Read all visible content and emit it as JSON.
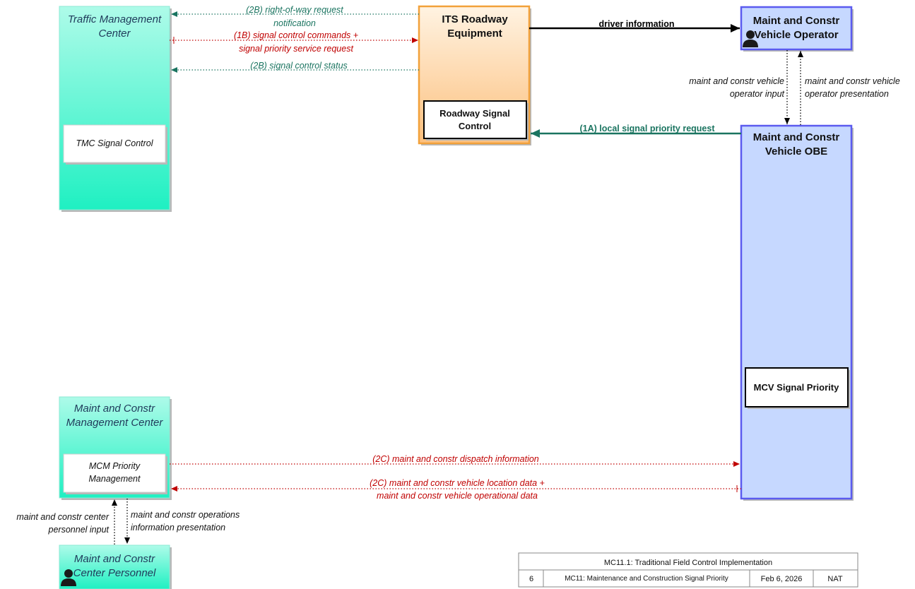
{
  "colors": {
    "green": "#1a7460",
    "red": "#c00000",
    "black": "#000000",
    "center_fill_top": "#aefbe9",
    "center_fill_bottom": "#1ff0c2",
    "roadway_fill_top": "#fff3e2",
    "roadway_fill_bottom": "#fcc07e",
    "roadway_border": "#f2a13a",
    "vehicle_fill": "#c6d8ff",
    "vehicle_border": "#5b5bef"
  },
  "entities": {
    "tmc": {
      "title_line1": "Traffic Management",
      "title_line2": "Center",
      "inner": "TMC Signal Control"
    },
    "roadway": {
      "title_line1": "ITS Roadway",
      "title_line2": "Equipment",
      "inner_line1": "Roadway Signal",
      "inner_line2": "Control"
    },
    "mcv_operator": {
      "title_line1": "Maint and Constr",
      "title_line2": "Vehicle Operator",
      "icon": "person-icon"
    },
    "mcv_obe": {
      "title_line1": "Maint and Constr",
      "title_line2": "Vehicle OBE",
      "inner": "MCV Signal Priority"
    },
    "mcm": {
      "title_line1": "Maint and Constr",
      "title_line2": "Management Center",
      "inner_line1": "MCM Priority",
      "inner_line2": "Management"
    },
    "mc_personnel": {
      "title_line1": "Maint and Constr",
      "title_line2": "Center Personnel",
      "icon": "person-icon"
    }
  },
  "flows": {
    "row_request": {
      "line1": "(2B) right-of-way request",
      "line2": "notification"
    },
    "signal_commands": {
      "line1": "(1B) signal control commands +",
      "line2": "signal priority service request"
    },
    "signal_status": {
      "line1": "(2B) signal control status"
    },
    "driver_info": {
      "line1": "driver information"
    },
    "local_priority": {
      "line1": "(1A) local signal priority request"
    },
    "operator_input": {
      "line1": "maint and constr vehicle",
      "line2": "operator input"
    },
    "operator_presentation": {
      "line1": "maint and constr vehicle",
      "line2": "operator presentation"
    },
    "dispatch_info": {
      "line1": "(2C) maint and constr dispatch information"
    },
    "location_data": {
      "line1": "(2C) maint and constr vehicle location data +",
      "line2": "maint and constr vehicle operational data"
    },
    "personnel_input": {
      "line1": "maint and constr center",
      "line2": "personnel input"
    },
    "ops_presentation": {
      "line1": "maint and constr operations",
      "line2": "information presentation"
    }
  },
  "footer": {
    "title": "MC11.1: Traditional Field Control Implementation",
    "number": "6",
    "package": "MC11: Maintenance and Construction Signal Priority",
    "date": "Feb 6, 2026",
    "scope": "NAT"
  }
}
